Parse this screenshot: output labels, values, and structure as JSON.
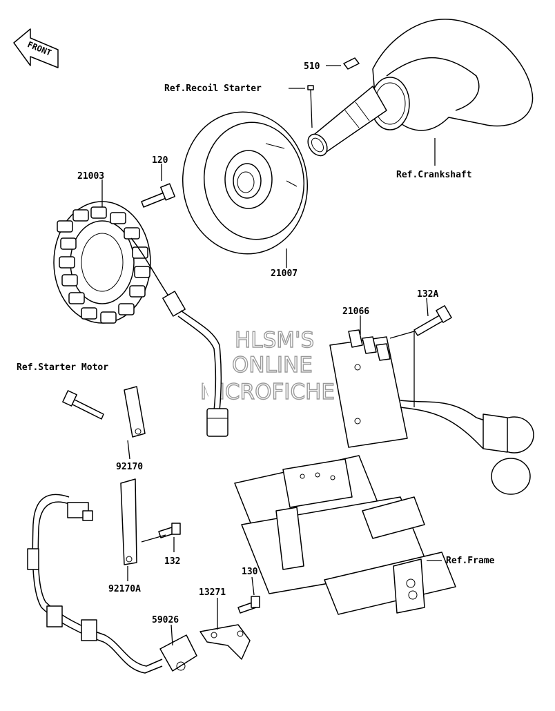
{
  "front_label": "FRONT",
  "watermark": [
    "HLSM'S",
    "ONLINE",
    "MICROFICHE"
  ],
  "callouts": {
    "p510": "510",
    "recoil": "Ref.Recoil Starter",
    "crankshaft": "Ref.Crankshaft",
    "p120": "120",
    "p21003": "21003",
    "p21007": "21007",
    "p132A": "132A",
    "p21066": "21066",
    "starter_motor": "Ref.Starter Motor",
    "p92170": "92170",
    "p92170A": "92170A",
    "p132": "132",
    "frame": "Ref.Frame",
    "p130": "130",
    "p13271": "13271",
    "p59026": "59026"
  }
}
